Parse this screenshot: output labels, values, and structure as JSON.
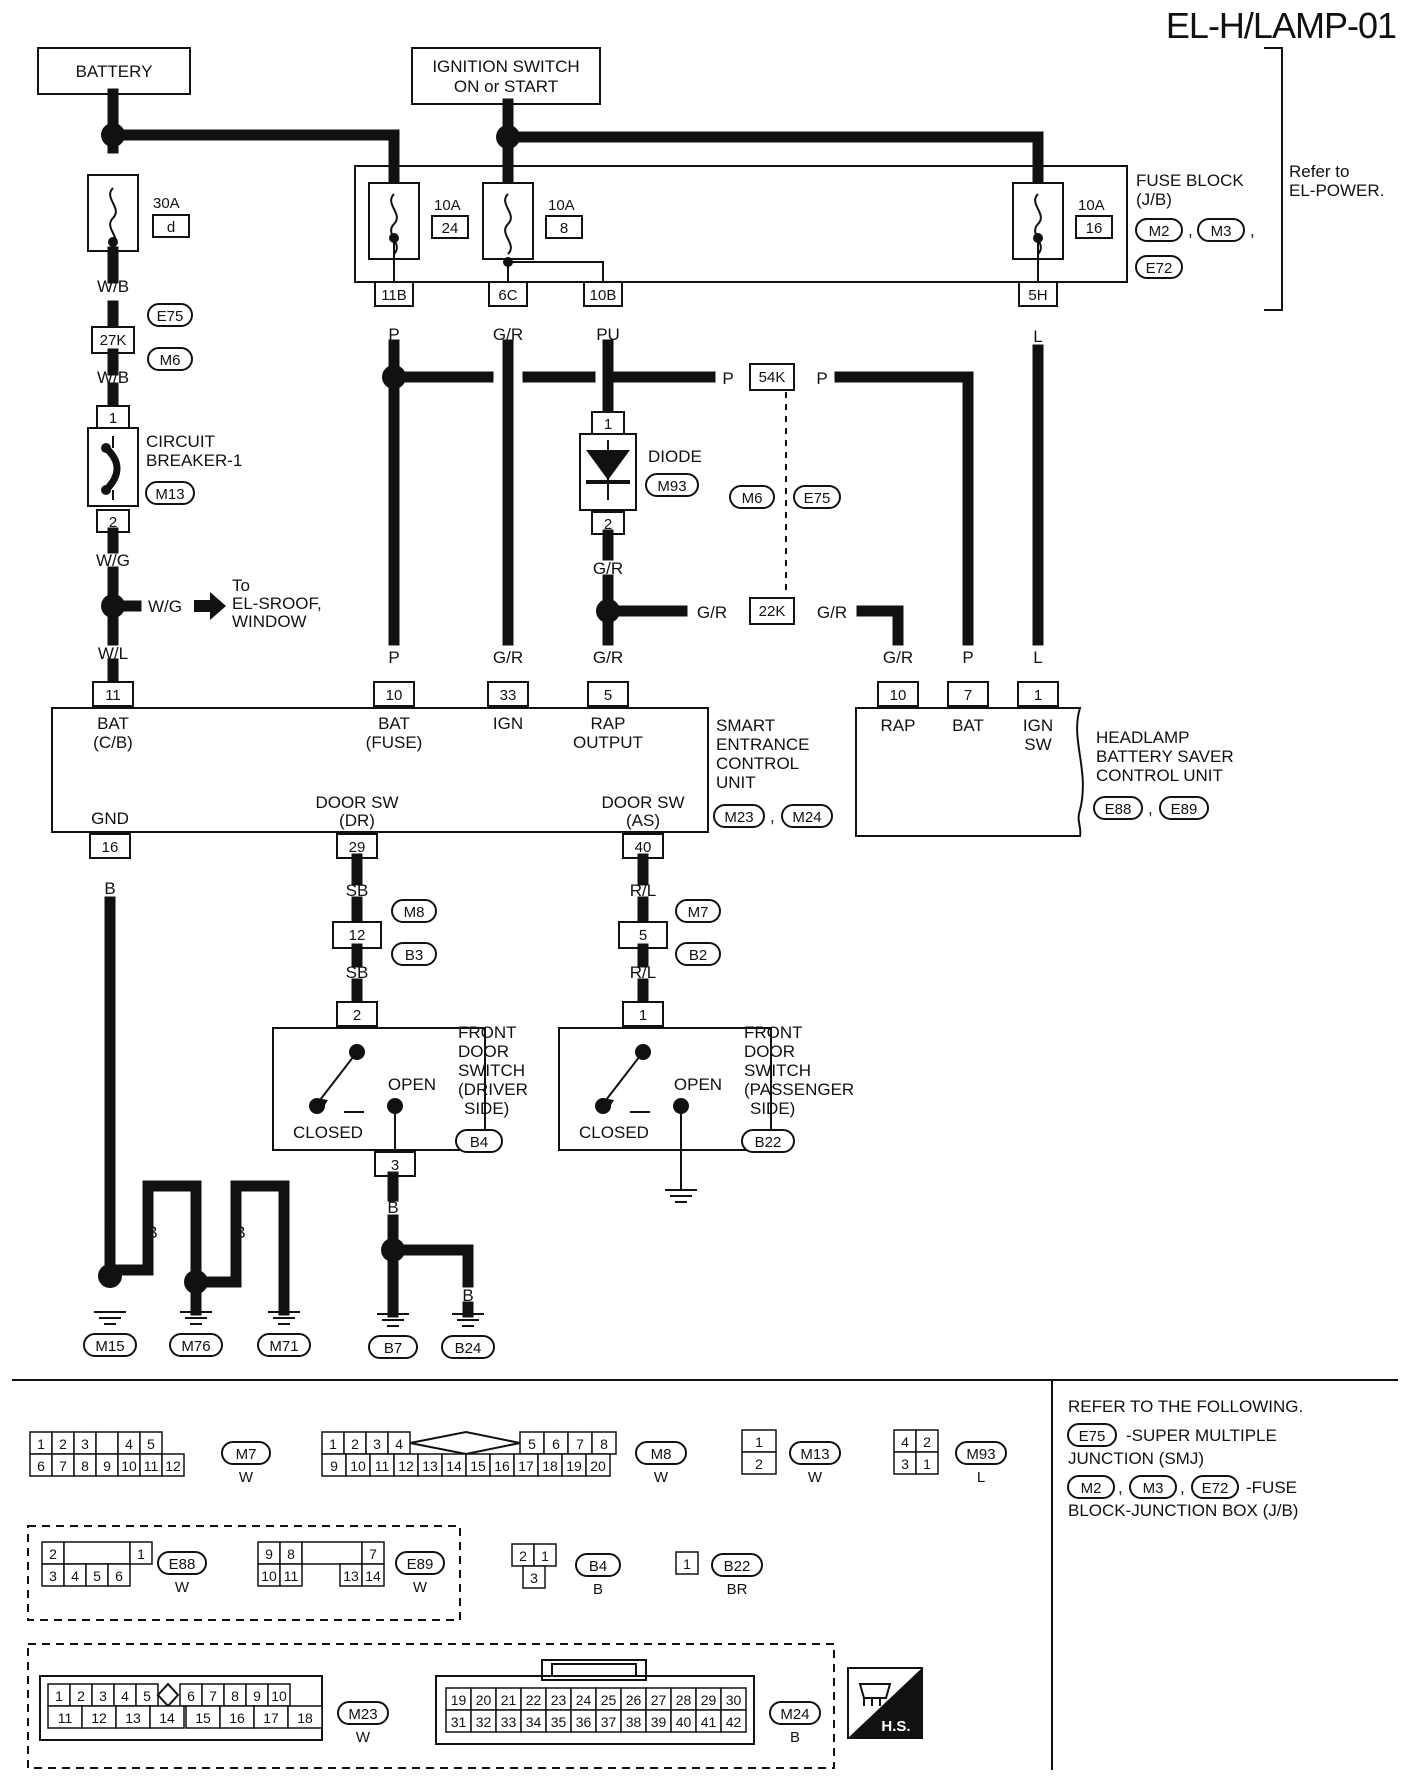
{
  "title": "EL-H/LAMP-01",
  "sources": {
    "battery": "BATTERY",
    "ignition": [
      "IGNITION SWITCH",
      "ON or START"
    ]
  },
  "fuse_block": {
    "label": [
      "FUSE BLOCK",
      "(J/B)"
    ],
    "refer": [
      "Refer to",
      "EL-POWER."
    ],
    "connectors": [
      "M2",
      "M3",
      "E72"
    ],
    "fuses": [
      {
        "amp": "30A",
        "id": "d"
      },
      {
        "amp": "10A",
        "id": "24"
      },
      {
        "amp": "10A",
        "id": "8"
      },
      {
        "amp": "10A",
        "id": "16"
      }
    ],
    "terminals": [
      "11B",
      "6C",
      "10B",
      "5H"
    ]
  },
  "wire_colors": {
    "wb": "W/B",
    "wg": "W/G",
    "wl": "W/L",
    "p": "P",
    "gr": "G/R",
    "pu": "PU",
    "l": "L",
    "b": "B",
    "sb": "SB",
    "rl": "R/L"
  },
  "junctions": {
    "j27k": "27K",
    "j54k": "54K",
    "j22k": "22K",
    "e75": "E75",
    "m6": "M6"
  },
  "circuit_breaker": {
    "label": [
      "CIRCUIT",
      "BREAKER-1"
    ],
    "connector": "M13",
    "pins": [
      "1",
      "2"
    ]
  },
  "diode": {
    "label": "DIODE",
    "connector": "M93",
    "pins": [
      "1",
      "2"
    ]
  },
  "to_sroof": [
    "To",
    "EL-SROOF,",
    "WINDOW"
  ],
  "secu": {
    "label": [
      "SMART",
      "ENTRANCE",
      "CONTROL",
      "UNIT"
    ],
    "connectors": [
      "M23",
      "M24"
    ],
    "pins": [
      "11",
      "10",
      "33",
      "5",
      "16",
      "29",
      "40"
    ],
    "terms": {
      "bat_cb": [
        "BAT",
        "(C/B)"
      ],
      "bat_fuse": [
        "BAT",
        "(FUSE)"
      ],
      "ign": "IGN",
      "rap": [
        "RAP",
        "OUTPUT"
      ],
      "gnd": "GND",
      "dsw_dr": [
        "DOOR SW",
        "(DR)"
      ],
      "dsw_as": [
        "DOOR SW",
        "(AS)"
      ]
    }
  },
  "headlamp": {
    "label": [
      "HEADLAMP",
      "BATTERY SAVER",
      "CONTROL UNIT"
    ],
    "connectors": [
      "E88",
      "E89"
    ],
    "pins": [
      "10",
      "7",
      "1"
    ],
    "terms": {
      "rap": "RAP",
      "bat": "BAT",
      "ign": [
        "IGN",
        "SW"
      ]
    }
  },
  "inline_connectors": {
    "m8_b3": {
      "pin": "12",
      "a": "M8",
      "b": "B3"
    },
    "m7_b2": {
      "pin": "5",
      "a": "M7",
      "b": "B2"
    }
  },
  "door_driver": {
    "label": [
      "FRONT",
      "DOOR",
      "SWITCH",
      "(DRIVER",
      "SIDE)"
    ],
    "connector": "B4",
    "pins": [
      "2",
      "3"
    ],
    "open": "OPEN",
    "closed": "CLOSED"
  },
  "door_pass": {
    "label": [
      "FRONT",
      "DOOR",
      "SWITCH",
      "(PASSENGER",
      "SIDE)"
    ],
    "connector": "B22",
    "pins": [
      "1"
    ],
    "open": "OPEN",
    "closed": "CLOSED"
  },
  "grounds": [
    "M15",
    "M76",
    "M71",
    "B7",
    "B24"
  ],
  "connector_views": {
    "m7": {
      "name": "M7",
      "color": "W",
      "row1": [
        "1",
        "2",
        "3",
        "",
        "4",
        "5"
      ],
      "row2": [
        "6",
        "7",
        "8",
        "9",
        "10",
        "11",
        "12"
      ]
    },
    "m8": {
      "name": "M8",
      "color": "W",
      "row1": [
        "1",
        "2",
        "3",
        "4",
        "5",
        "6",
        "7",
        "8"
      ],
      "row2": [
        "9",
        "10",
        "11",
        "12",
        "13",
        "14",
        "15",
        "16",
        "17",
        "18",
        "19",
        "20"
      ]
    },
    "m13": {
      "name": "M13",
      "color": "W",
      "pins": [
        "1",
        "2"
      ]
    },
    "m93": {
      "name": "M93",
      "color": "L",
      "pins": [
        "4",
        "2",
        "3",
        "1"
      ]
    },
    "e88": {
      "name": "E88",
      "color": "W",
      "pins": [
        "2",
        "1",
        "3",
        "4",
        "5",
        "6"
      ]
    },
    "e89": {
      "name": "E89",
      "color": "W",
      "pins": [
        "9",
        "8",
        "7",
        "10",
        "11",
        "13",
        "14"
      ]
    },
    "b4": {
      "name": "B4",
      "color": "B",
      "pins": [
        "2",
        "1",
        "3"
      ]
    },
    "b22": {
      "name": "B22",
      "color": "BR",
      "pins": [
        "1"
      ]
    },
    "m23": {
      "name": "M23",
      "color": "W",
      "row1": [
        "1",
        "2",
        "3",
        "4",
        "5",
        "6",
        "7",
        "8",
        "9",
        "10"
      ],
      "row2": [
        "11",
        "12",
        "13",
        "14",
        "15",
        "16",
        "17",
        "18"
      ]
    },
    "m24": {
      "name": "M24",
      "color": "B",
      "row1": [
        "19",
        "20",
        "21",
        "22",
        "23",
        "24",
        "25",
        "26",
        "27",
        "28",
        "29",
        "30"
      ],
      "row2": [
        "31",
        "32",
        "33",
        "34",
        "35",
        "36",
        "37",
        "38",
        "39",
        "40",
        "41",
        "42"
      ]
    }
  },
  "legend": {
    "heading": "REFER TO THE FOLLOWING.",
    "e75": "E75",
    "e75_text": [
      "-SUPER MULTIPLE",
      "JUNCTION (SMJ)"
    ],
    "fuse_conns": [
      "M2",
      "M3",
      "E72"
    ],
    "fuse_text": [
      "-FUSE",
      "BLOCK-JUNCTION BOX (J/B)"
    ]
  },
  "hs": "H.S."
}
